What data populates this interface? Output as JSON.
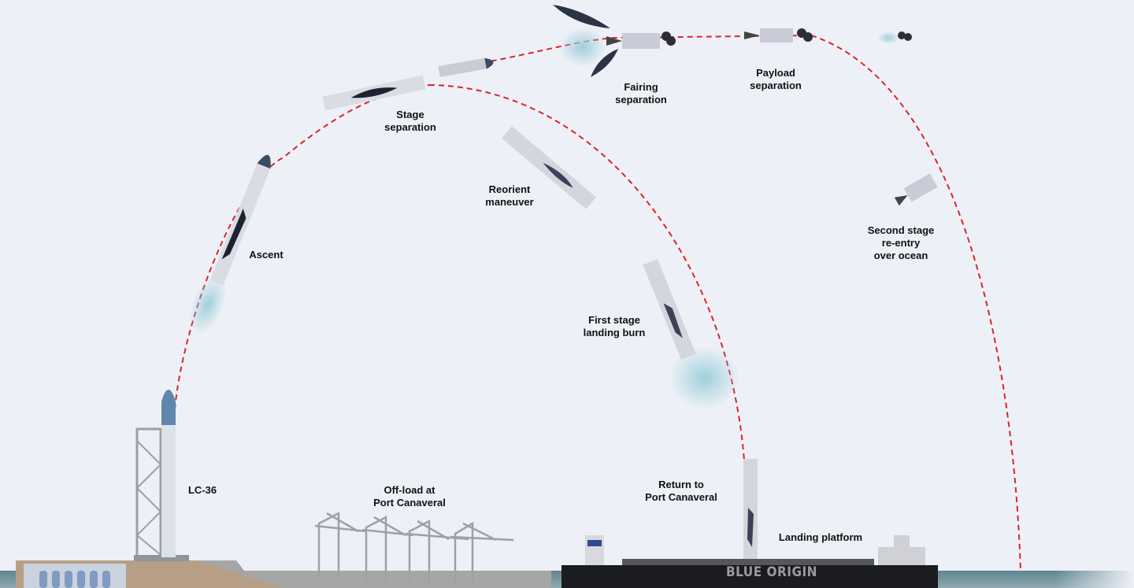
{
  "labels": {
    "stage_separation": "Stage\nseparation",
    "fairing_separation": "Fairing\nseparation",
    "payload_separation": "Payload\nseparation",
    "reorient_maneuver": "Reorient\nmaneuver",
    "ascent": "Ascent",
    "second_stage_reentry": "Second stage\nre-entry\nover ocean",
    "first_stage_landing_burn": "First stage\nlanding burn",
    "lc36": "LC-36",
    "offload": "Off-load at\nPort Canaveral",
    "return": "Return to\nPort Canaveral",
    "landing_platform": "Landing platform"
  },
  "ship_name": "BLUE ORIGIN",
  "colors": {
    "background": "#eef0f7",
    "trajectory": "#d9262b",
    "water": "#5f8590",
    "hull": "#1b1c1f",
    "rocket_body": "#d9dce3",
    "rocket_nose": "#3d4a63"
  }
}
